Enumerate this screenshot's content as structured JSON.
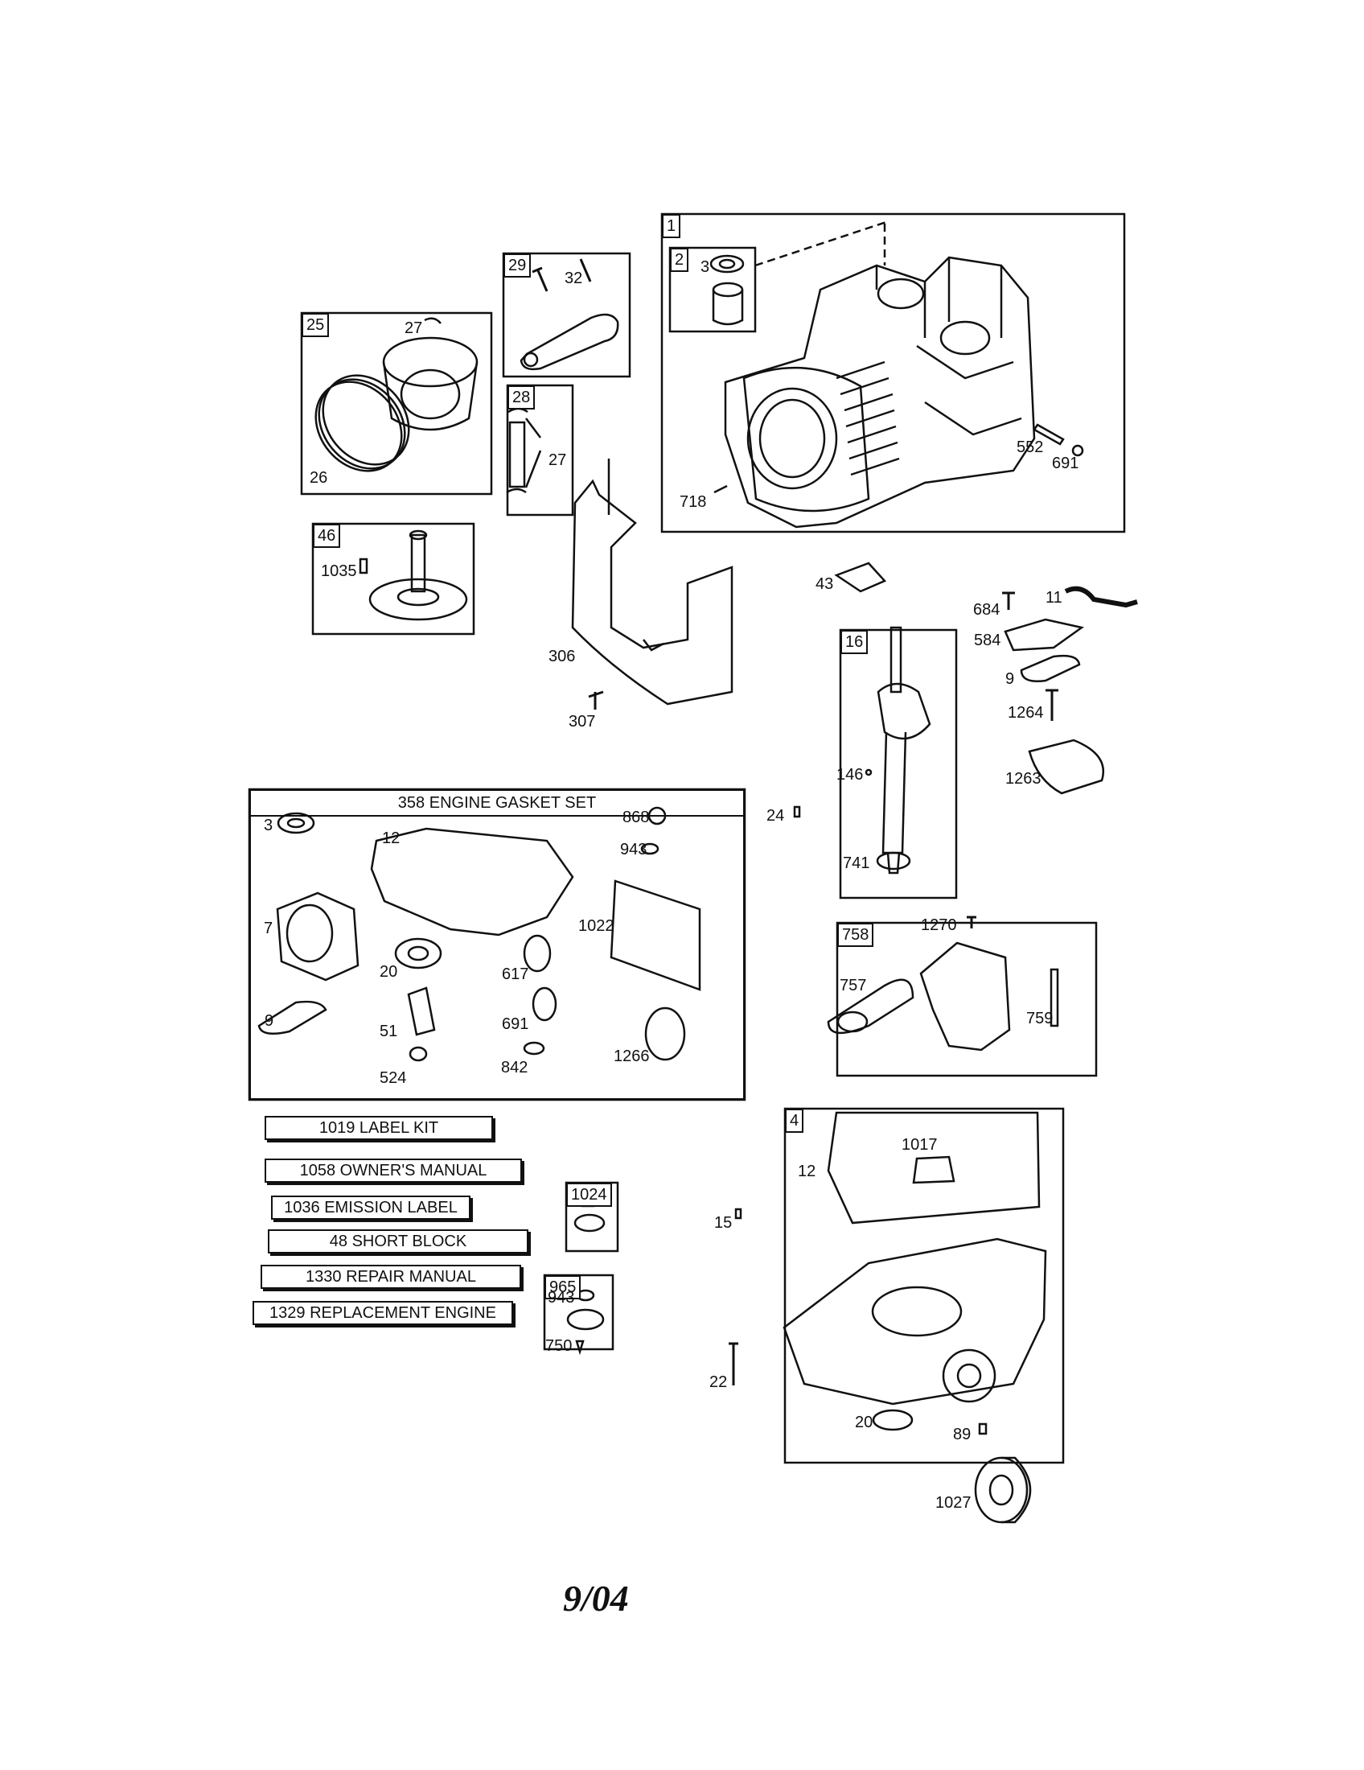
{
  "callouts": {
    "c1": "1",
    "c2": "2",
    "c3": "3",
    "c29": "29",
    "c32": "32",
    "c25": "25",
    "c27a": "27",
    "c26": "26",
    "c28": "28",
    "c27b": "27",
    "c46": "46",
    "c1035": "1035",
    "c552": "552",
    "c691": "691",
    "c718": "718",
    "c306": "306",
    "c307": "307",
    "c43": "43",
    "c684": "684",
    "c11": "11",
    "c584": "584",
    "c9a": "9",
    "c1264": "1264",
    "c1263": "1263",
    "c16": "16",
    "c146": "146",
    "c24": "24",
    "c741": "741",
    "c758": "758",
    "c1270": "1270",
    "c757": "757",
    "c759": "759",
    "c4": "4",
    "c1017": "1017",
    "c12b": "12",
    "c15": "15",
    "c22": "22",
    "c20b": "20",
    "c89": "89",
    "c1027": "1027",
    "c1024": "1024",
    "c965": "965",
    "c943b": "943",
    "c750": "750"
  },
  "gasket_set": {
    "title": "358 ENGINE GASKET SET",
    "items": {
      "g3": "3",
      "g12": "12",
      "g868": "868",
      "g943": "943",
      "g7": "7",
      "g1022": "1022",
      "g20": "20",
      "g617": "617",
      "g9": "9",
      "g51": "51",
      "g691": "691",
      "g524": "524",
      "g842": "842",
      "g1266": "1266"
    }
  },
  "kits": {
    "label_kit": "1019 LABEL KIT",
    "owners_manual": "1058 OWNER'S MANUAL",
    "emission_label": "1036 EMISSION LABEL",
    "short_block": "48 SHORT BLOCK",
    "repair_manual": "1330 REPAIR MANUAL",
    "replacement_engine": "1329 REPLACEMENT ENGINE"
  },
  "footer": {
    "date": "9/04"
  }
}
